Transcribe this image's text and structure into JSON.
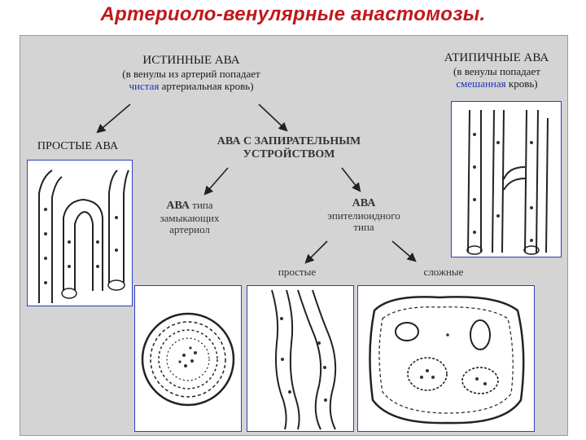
{
  "title": "Артериоло-венулярные анастомозы.",
  "true_ava": {
    "heading": "ИСТИННЫЕ АВА",
    "desc_pre": "(в венулы из артерий попадает",
    "desc_highlight": "чистая",
    "desc_post": "артериальная кровь)"
  },
  "atypical_ava": {
    "heading": "АТИПИЧНЫЕ АВА",
    "desc_pre": "(в венулы попадает",
    "desc_highlight": "смешанная",
    "desc_post": "кровь)"
  },
  "simple_ava": {
    "label": "ПРОСТЫЕ АВА"
  },
  "locking_ava": {
    "line1": "АВА С ЗАПИРАТЕЛЬНЫМ",
    "line2": "УСТРОЙСТВОМ"
  },
  "closing_arteriole_ava": {
    "line1_bold": "АВА",
    "line1_rest": "типа",
    "line2": "замыкающих",
    "line3": "артериол"
  },
  "epithelioid_ava": {
    "line1": "АВА",
    "line2": "эпителиоидного",
    "line3": "типа"
  },
  "epithelioid_simple": {
    "label": "простые"
  },
  "epithelioid_complex": {
    "label": "сложные"
  },
  "colors": {
    "title": "#c0181c",
    "highlight": "#1f2fb8",
    "frame": "#2b3fbf",
    "panel": "#d4d4d4"
  },
  "icons": [
    "vessel-loop-drawing",
    "atypical-vessel-drawing",
    "arteriole-cross-section-drawing",
    "simple-epithelioid-drawing",
    "complex-epithelioid-drawing"
  ]
}
